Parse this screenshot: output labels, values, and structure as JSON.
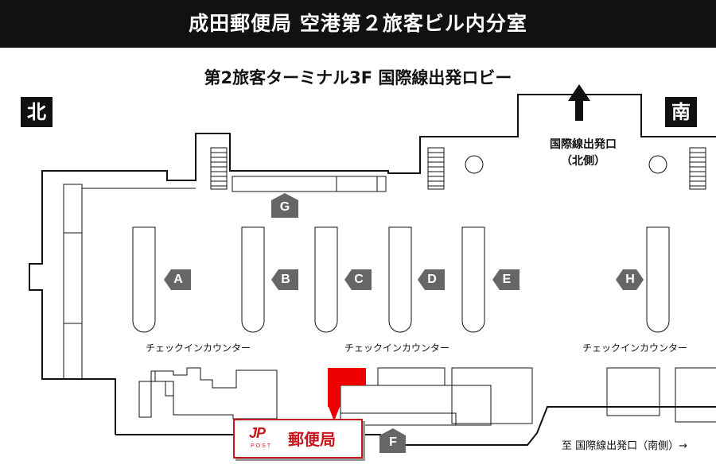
{
  "header": {
    "title": "成田郵便局 空港第２旅客ビル内分室"
  },
  "map": {
    "title": "第2旅客ターミナル3F 国際線出発ロビー",
    "compass": {
      "left": "北",
      "right": "南"
    },
    "exit_north": {
      "line1": "国際線出発口",
      "line2": "（北側）"
    },
    "exit_south": "至 国際線出発口（南側）→",
    "counters": {
      "A": "A",
      "B": "B",
      "C": "C",
      "D": "D",
      "E": "E",
      "F": "F",
      "G": "G",
      "H": "H"
    },
    "checkin_label": "チェックインカウンター",
    "post_office": {
      "name": "郵便局",
      "logo_mark": "JP",
      "logo_text": "POST",
      "color": "#c8161d"
    },
    "colors": {
      "header_bg": "#111111",
      "marker": "#666666",
      "highlight": "#ee0000"
    }
  }
}
